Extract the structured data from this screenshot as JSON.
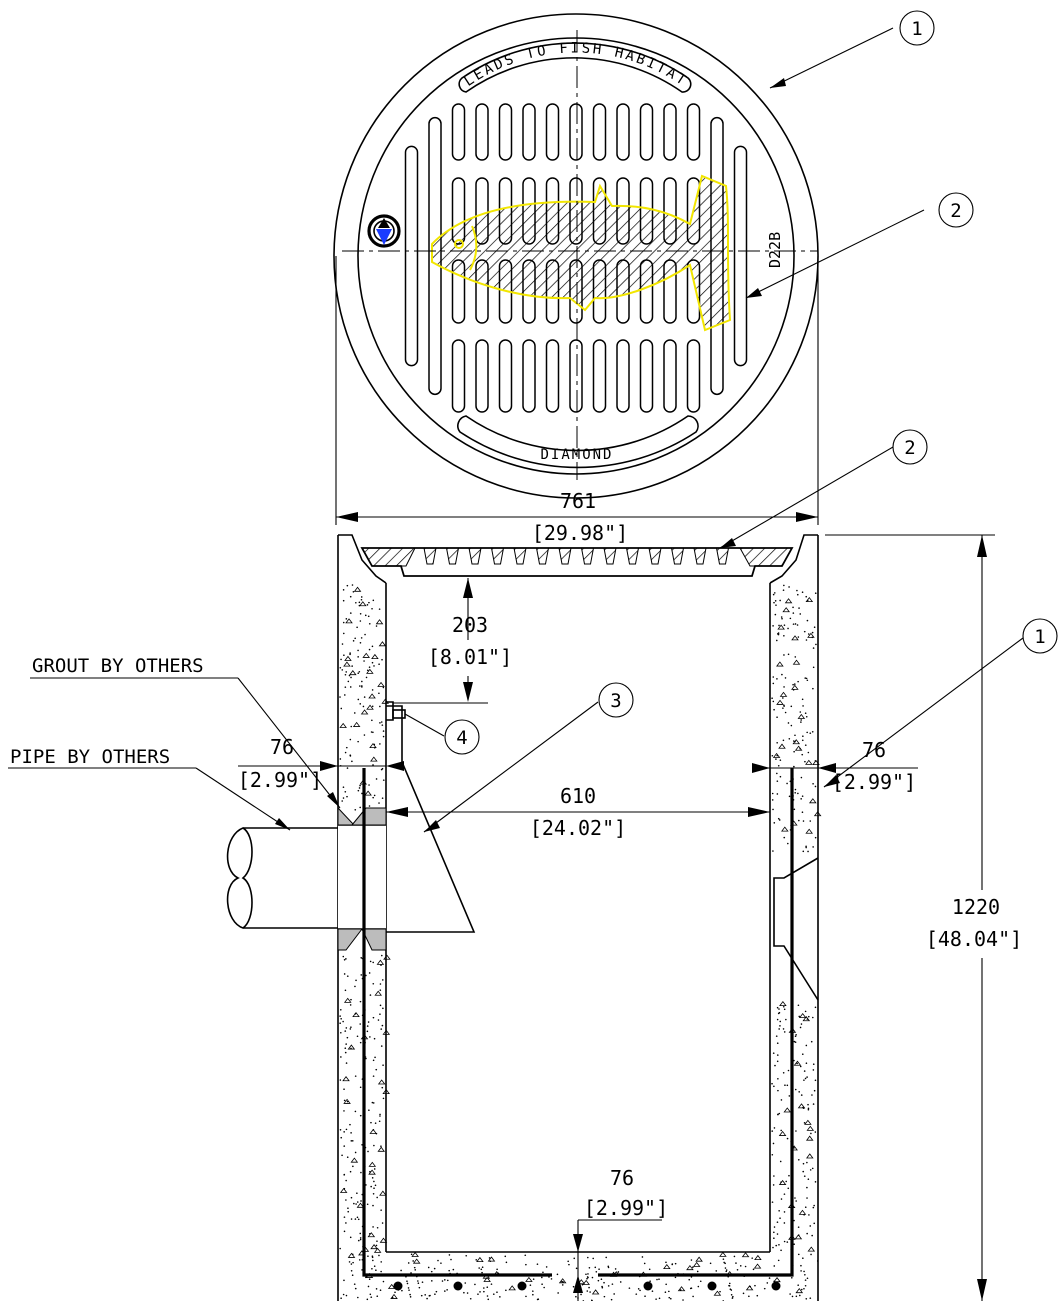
{
  "plan_view": {
    "ring_text_top": "LEADS TO FISH HABITAT",
    "ring_text_bottom": "DIAMOND",
    "side_mark": "D22B",
    "overall_width": {
      "mm": "761",
      "in": "[29.98\"]"
    }
  },
  "callouts": {
    "c1": "1",
    "c2": "2",
    "c3": "3",
    "c4": "4"
  },
  "section_view": {
    "grate_depth": {
      "mm": "203",
      "in": "[8.01\"]"
    },
    "overall_height": {
      "mm": "1220",
      "in": "[48.04\"]"
    },
    "wall_left": {
      "mm": "76",
      "in": "[2.99\"]"
    },
    "wall_right": {
      "mm": "76",
      "in": "[2.99\"]"
    },
    "inner_width": {
      "mm": "610",
      "in": "[24.02\"]"
    },
    "base": {
      "mm": "76",
      "in": "[2.99\"]"
    }
  },
  "notes": {
    "grout": "GROUT BY OTHERS",
    "pipe": "PIPE BY OTHERS"
  },
  "colors": {
    "fish_outline": "#f2e600",
    "compass_blue": "#1a3cff",
    "line": "#000000"
  }
}
